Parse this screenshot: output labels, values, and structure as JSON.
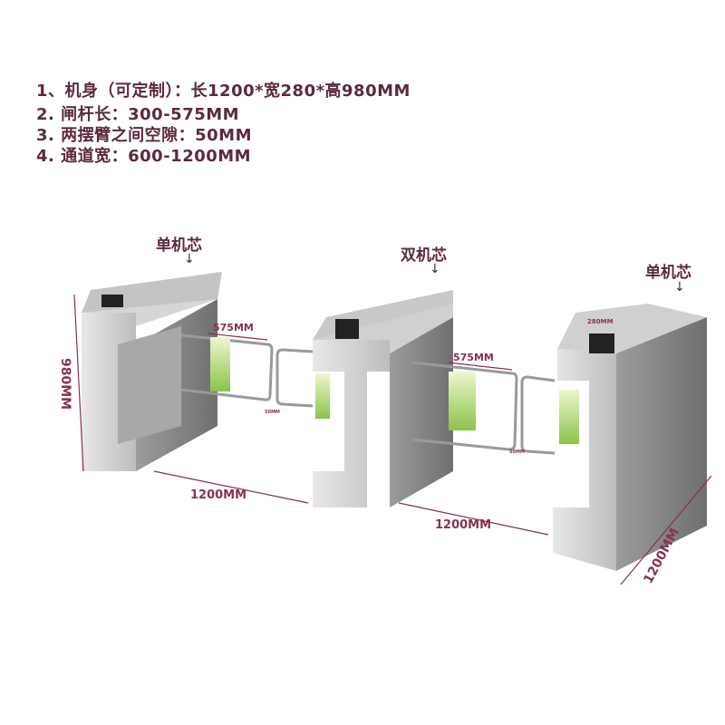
{
  "specs": [
    "1、机身（可定制）：长1200*宽280*高980MM",
    "2. 闸杆长：300-575MM",
    "3. 两摆臂之间空隙：50MM",
    "4. 通道宽：600-1200MM"
  ],
  "labels": {
    "left_core": "单机芯",
    "middle_core": "双机芯",
    "right_core": "单机芯"
  },
  "dimensions": {
    "height": "980MM",
    "arm_left": "575MM",
    "arm_right": "575MM",
    "gap_left": "50MM",
    "gap_right": "50MM",
    "lane_left": "1200MM",
    "lane_right": "1200MM",
    "depth": "1200MM",
    "width": "280MM"
  },
  "colors": {
    "text": "#5b2a3c",
    "dimension": "#8a3050"
  }
}
